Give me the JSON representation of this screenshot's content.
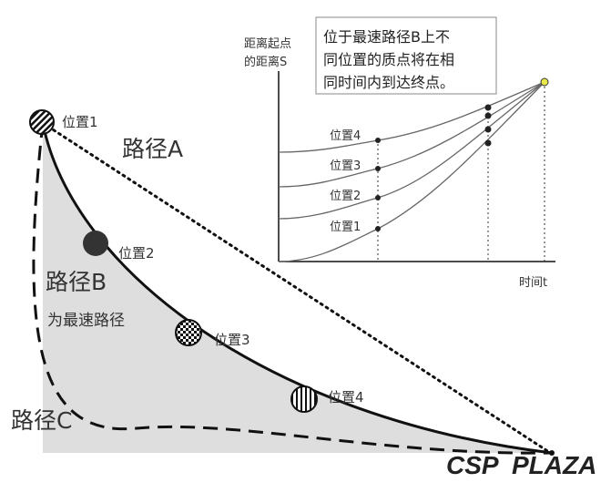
{
  "main_figure": {
    "start_label": "位置1",
    "path_a_label": "路径A",
    "path_b_label": "路径B",
    "path_b_note": "为最速路径",
    "path_c_label": "路径C",
    "ball_labels": [
      "位置2",
      "位置3",
      "位置4"
    ]
  },
  "inset_chart": {
    "ylabel_line1": "距离起点",
    "ylabel_line2": "的距离S",
    "xlabel": "时间t",
    "note_lines": [
      "位于最速路径B上不",
      "同位置的质点将在相",
      "同时间内到达终点。"
    ],
    "curve_labels": [
      "位置4",
      "位置3",
      "位置2",
      "位置1"
    ]
  },
  "watermark": {
    "part1": "CSP",
    "part2": "PLAZA",
    "color1": "#e63b2e",
    "color2": "#1f6fc0"
  }
}
